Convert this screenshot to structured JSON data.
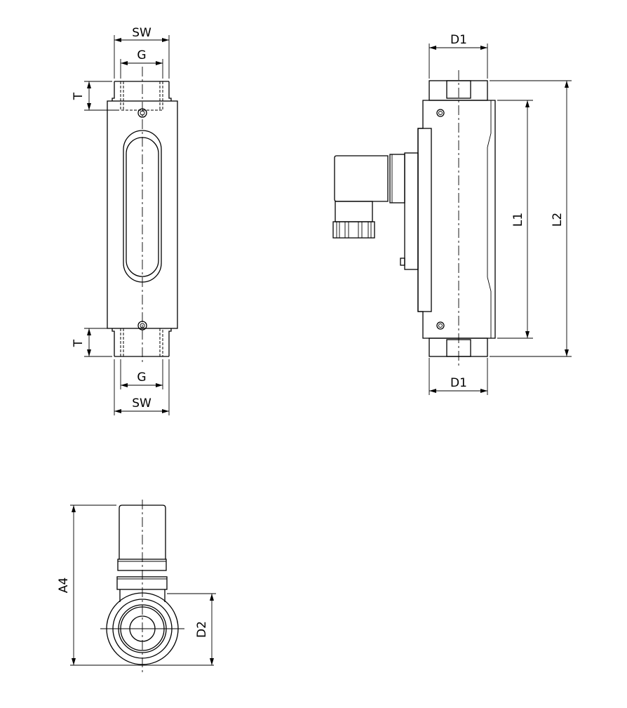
{
  "front_view": {
    "sw_top": "SW",
    "g_top": "G",
    "t_top": "T",
    "t_bottom": "T",
    "g_bottom": "G",
    "sw_bottom": "SW"
  },
  "side_view": {
    "d1_top": "D1",
    "d1_bottom": "D1",
    "l1": "L1",
    "l2": "L2"
  },
  "bottom_view": {
    "a4": "A4",
    "d2": "D2"
  }
}
